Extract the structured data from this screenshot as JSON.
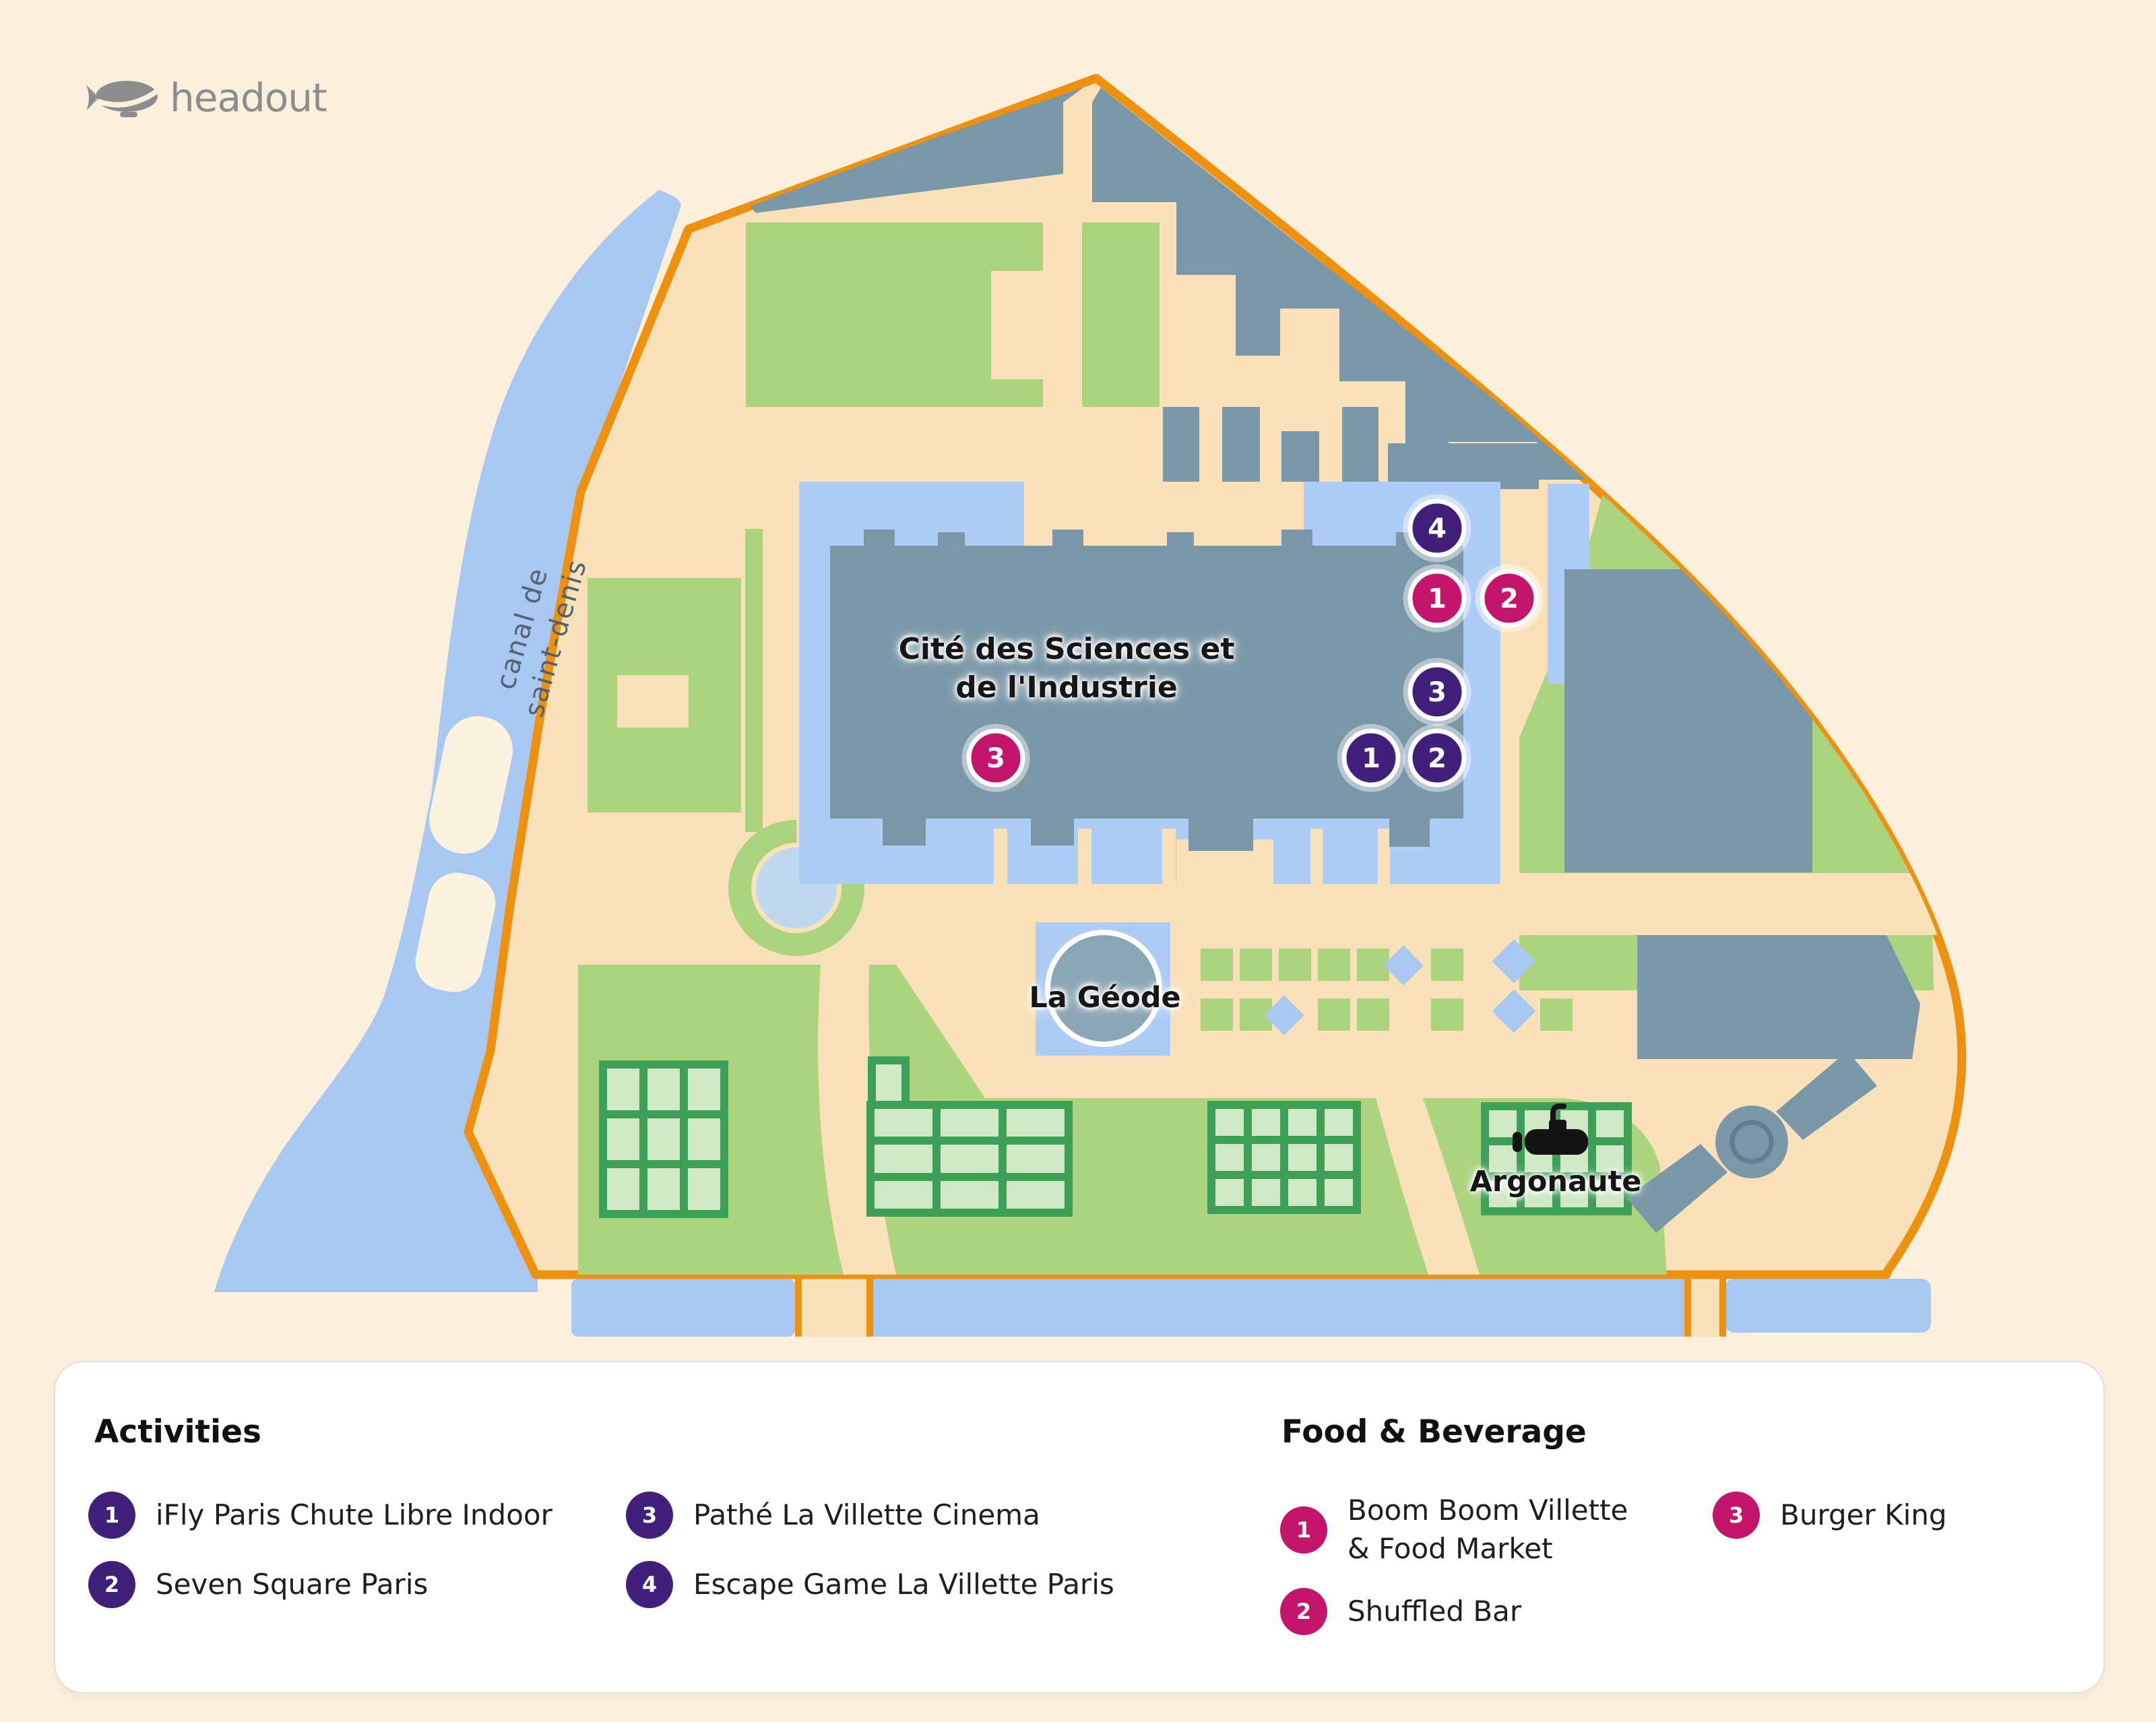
{
  "logo": {
    "brand": "headout",
    "icon": "blimp-icon"
  },
  "map": {
    "labels": {
      "cite_line1": "Cité des Sciences et",
      "cite_line2": "de l'Industrie",
      "geode": "La Géode",
      "argonaute": "Argonaute",
      "canal_line1": "canal de",
      "canal_line2": "saint-denis"
    },
    "markers": [
      {
        "category": "activity",
        "number": "4"
      },
      {
        "category": "food",
        "number": "1"
      },
      {
        "category": "food",
        "number": "2"
      },
      {
        "category": "activity",
        "number": "3"
      },
      {
        "category": "activity",
        "number": "1"
      },
      {
        "category": "activity",
        "number": "2"
      },
      {
        "category": "food",
        "number": "3"
      }
    ],
    "colors": {
      "background_outside": "#FBF0DB",
      "park_ground": "#F9E2B9",
      "boundary_orange": "#EE9110",
      "building_slate": "#7A97A8",
      "water_blue": "#A8C8F2",
      "plaza_blue": "#AECDF6",
      "lawn_green": "#ACD37E",
      "tree_grid_border": "#3E9F56",
      "tree_grid_fill": "#CFE8C5",
      "activity_purple": "#41207C",
      "food_pink": "#C3156B"
    }
  },
  "legend": {
    "activities": {
      "title": "Activities",
      "items": [
        {
          "number": "1",
          "label": "iFly Paris Chute Libre Indoor"
        },
        {
          "number": "2",
          "label": "Seven Square Paris"
        },
        {
          "number": "3",
          "label": "Pathé La Villette Cinema"
        },
        {
          "number": "4",
          "label": "Escape Game La Villette Paris"
        }
      ]
    },
    "food": {
      "title": "Food & Beverage",
      "items": [
        {
          "number": "1",
          "label": "Boom Boom Villette",
          "label2": "& Food Market"
        },
        {
          "number": "2",
          "label": "Shuffled Bar"
        },
        {
          "number": "3",
          "label": "Burger King"
        }
      ]
    }
  }
}
